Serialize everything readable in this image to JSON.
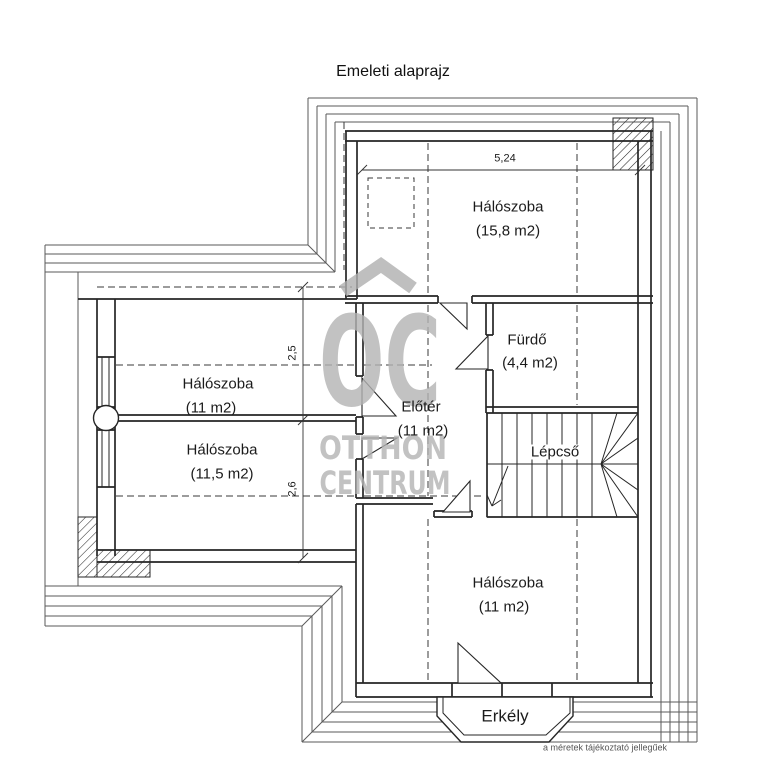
{
  "title": "Emeleti alaprajz",
  "footer": "a méretek tájékoztató jellegűek",
  "watermark": {
    "logo_letters": "OC",
    "line1": "OTTHON",
    "line2": "CENTRUM"
  },
  "rooms": {
    "bedroom_top": {
      "name": "Hálószoba",
      "area": "(15,8 m2)"
    },
    "bathroom": {
      "name": "Fürdő",
      "area": "(4,4 m2)"
    },
    "hall": {
      "name": "Előtér",
      "area": "(11 m2)"
    },
    "stairs": {
      "name": "Lépcső"
    },
    "bedroom_left_upper": {
      "name": "Hálószoba",
      "area": "(11 m2)"
    },
    "bedroom_left_lower": {
      "name": "Hálószoba",
      "area": "(11,5 m2)"
    },
    "bedroom_bottom": {
      "name": "Hálószoba",
      "area": "(11 m2)"
    },
    "balcony": {
      "name": "Erkély"
    }
  },
  "dimensions": {
    "top_width": "5,24",
    "left_upper": "2,5",
    "left_lower": "2,6"
  },
  "colors": {
    "line": "#262626",
    "roof_line": "#5a5a5a",
    "watermark_gray": "#b4b4b4"
  }
}
